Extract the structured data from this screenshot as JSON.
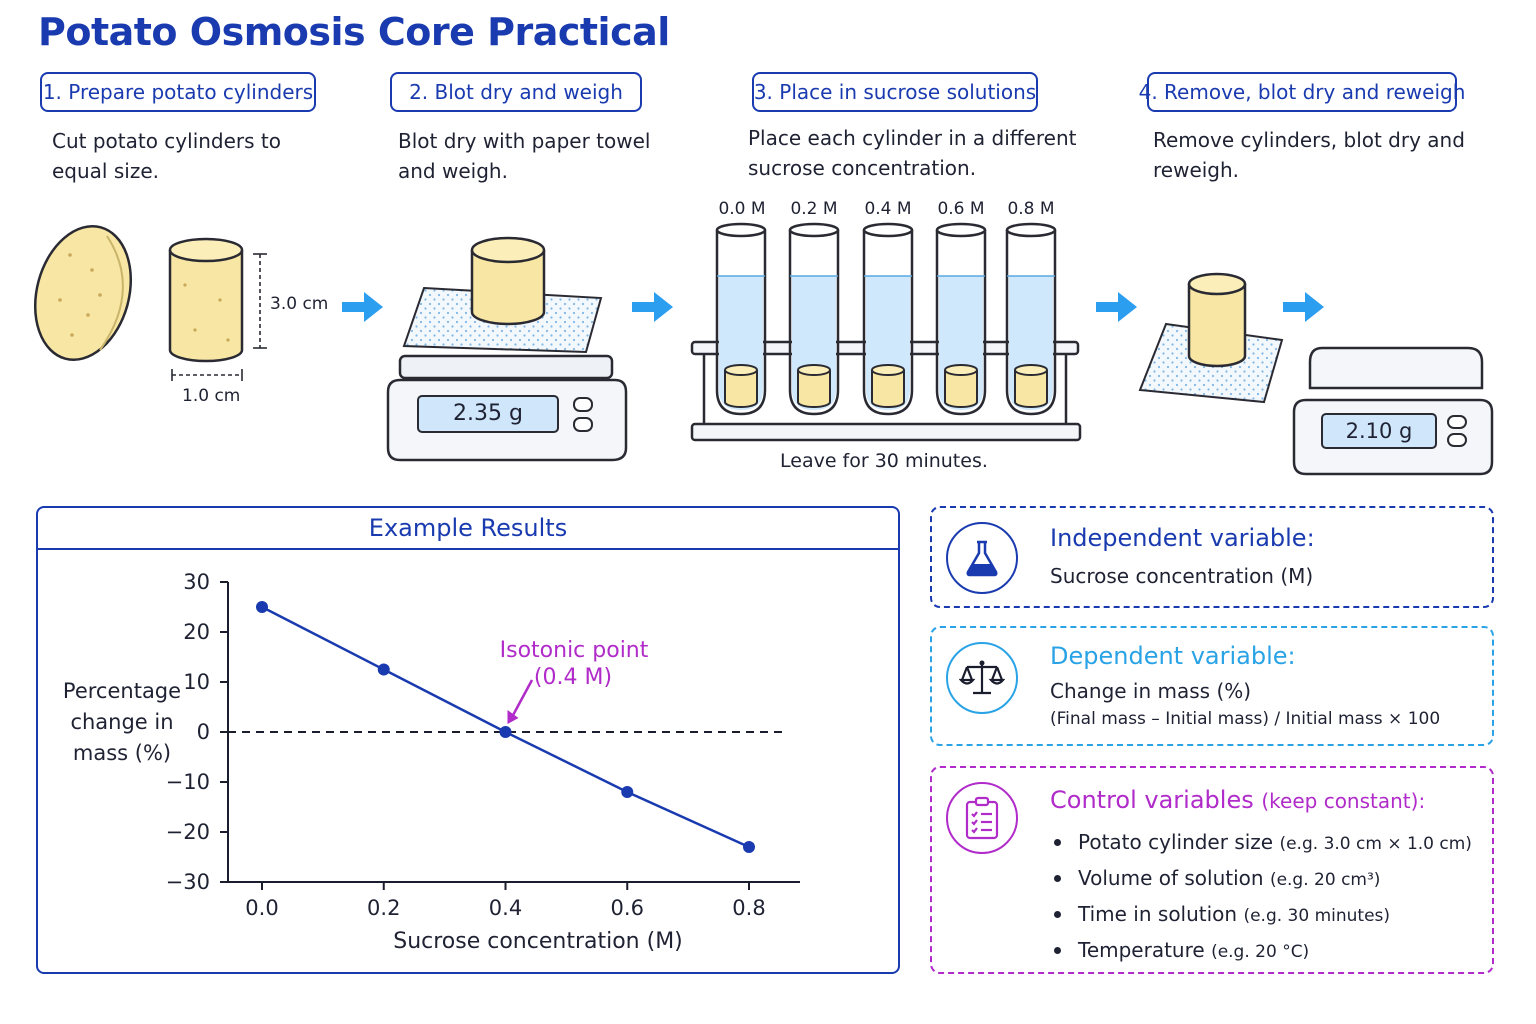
{
  "title": "Potato Osmosis Core Practical",
  "steps": [
    {
      "label": "1. Prepare potato cylinders",
      "desc": [
        "Cut potato cylinders to",
        "equal size."
      ]
    },
    {
      "label": "2. Blot dry and weigh",
      "desc": [
        "Blot dry with paper towel",
        "and weigh."
      ]
    },
    {
      "label": "3. Place in sucrose solutions",
      "desc": [
        "Place each cylinder in a different",
        "sucrose concentration."
      ]
    },
    {
      "label": "4. Remove, blot dry and reweigh",
      "desc": [
        "Remove cylinders, blot dry and",
        "reweigh."
      ]
    }
  ],
  "illustration": {
    "cylinder_height": "3.0 cm",
    "cylinder_width": "1.0 cm",
    "initial_mass": "2.35 g",
    "final_mass": "2.10 g",
    "tube_labels": [
      "0.0 M",
      "0.2 M",
      "0.4 M",
      "0.6 M",
      "0.8 M"
    ],
    "leave_note": "Leave for 30 minutes."
  },
  "results": {
    "title": "Example Results",
    "annotation": [
      "Isotonic point",
      "(0.4 M)"
    ]
  },
  "chart_data": {
    "type": "line",
    "title": "Example Results",
    "xlabel": "Sucrose concentration (M)",
    "ylabel": "Percentage change in mass (%)",
    "x": [
      0.0,
      0.2,
      0.4,
      0.6,
      0.8
    ],
    "series": [
      {
        "values": [
          25,
          12.5,
          0,
          -12,
          -23
        ]
      }
    ],
    "xticks": [
      "0.0",
      "0.2",
      "0.4",
      "0.6",
      "0.8"
    ],
    "yticks": [
      "30",
      "20",
      "10",
      "0",
      "−10",
      "−20",
      "−30"
    ],
    "xlim": [
      -0.05,
      0.9
    ],
    "ylim": [
      -30,
      30
    ],
    "reference_line": {
      "y": 0,
      "style": "dashed"
    },
    "annotation": {
      "text": "Isotonic point (0.4 M)",
      "x": 0.4,
      "y": 0
    },
    "grid": false
  },
  "variables": {
    "independent": {
      "heading": "Independent variable:",
      "text": "Sucrose concentration (M)"
    },
    "dependent": {
      "heading": "Dependent variable:",
      "text": "Change in mass (%)",
      "formula": "(Final mass – Initial mass) / Initial mass × 100"
    },
    "control": {
      "heading": "Control variables",
      "heading_note": "(keep constant):",
      "items": [
        {
          "name": "Potato cylinder size",
          "example": "(e.g. 3.0 cm × 1.0 cm)"
        },
        {
          "name": "Volume of solution",
          "example": "(e.g. 20 cm³)"
        },
        {
          "name": "Time in solution",
          "example": "(e.g. 30 minutes)"
        },
        {
          "name": "Temperature",
          "example": "(e.g. 20 °C)"
        }
      ]
    }
  },
  "colors": {
    "primary": "#1a3bb0",
    "dependent": "#2aa3e6",
    "control": "#b02bc9",
    "arrow": "#2b9ef0",
    "potato": "#f7e6a4",
    "water": "#cfe8fb"
  },
  "icons": [
    "flask-icon",
    "balance-scale-icon",
    "clipboard-checklist-icon",
    "arrow-right-icon"
  ]
}
